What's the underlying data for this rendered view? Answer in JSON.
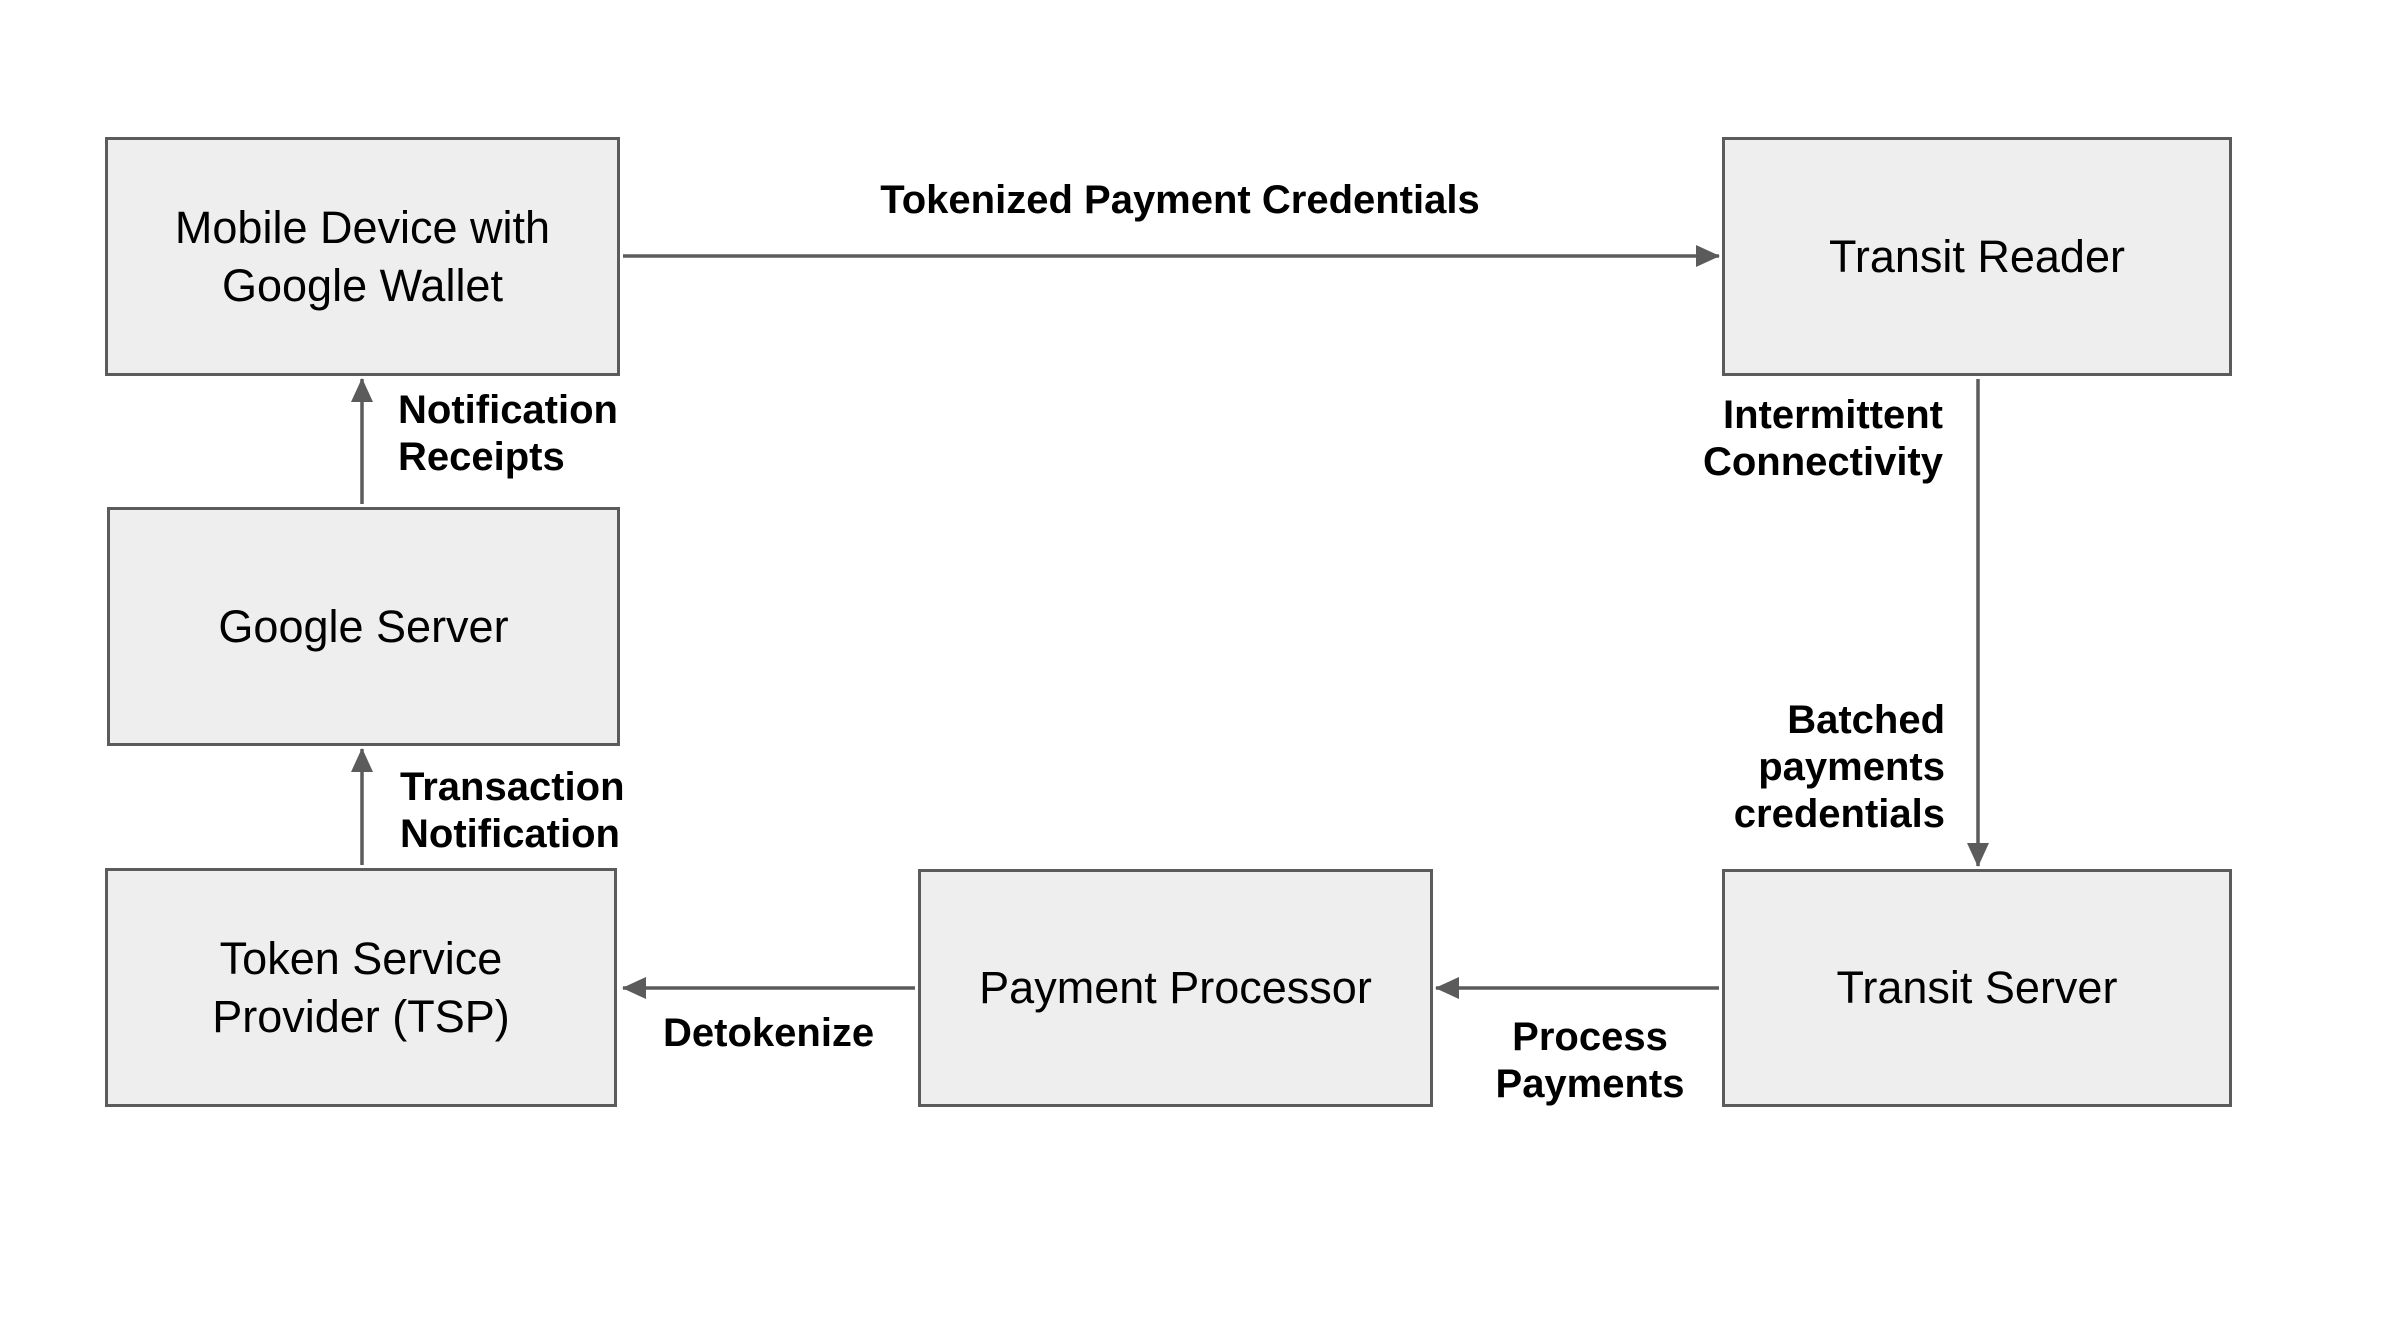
{
  "colors": {
    "background": "#ffffff",
    "node_fill": "#eeeeee",
    "node_border": "#5b5b5b",
    "arrow": "#5b5b5b",
    "text": "#000000"
  },
  "nodes": [
    {
      "id": "mobile-device-google-wallet",
      "label": "Mobile Device with\nGoogle Wallet"
    },
    {
      "id": "transit-reader",
      "label": "Transit Reader"
    },
    {
      "id": "google-server",
      "label": "Google Server"
    },
    {
      "id": "token-service-provider",
      "label": "Token Service\nProvider (TSP)"
    },
    {
      "id": "payment-processor",
      "label": "Payment Processor"
    },
    {
      "id": "transit-server",
      "label": "Transit Server"
    }
  ],
  "edges": [
    {
      "from": "mobile-device-google-wallet",
      "to": "transit-reader",
      "direction": "right",
      "label": "Tokenized Payment Credentials"
    },
    {
      "from": "transit-reader",
      "to": "transit-server",
      "direction": "down",
      "labels": [
        "Intermittent\nConnectivity",
        "Batched\npayments\ncredentials"
      ]
    },
    {
      "from": "transit-server",
      "to": "payment-processor",
      "direction": "left",
      "label": "Process\nPayments"
    },
    {
      "from": "payment-processor",
      "to": "token-service-provider",
      "direction": "left",
      "label": "Detokenize"
    },
    {
      "from": "token-service-provider",
      "to": "google-server",
      "direction": "up",
      "label": "Transaction\nNotification"
    },
    {
      "from": "google-server",
      "to": "mobile-device-google-wallet",
      "direction": "up",
      "label": "Notification\nReceipts"
    }
  ]
}
